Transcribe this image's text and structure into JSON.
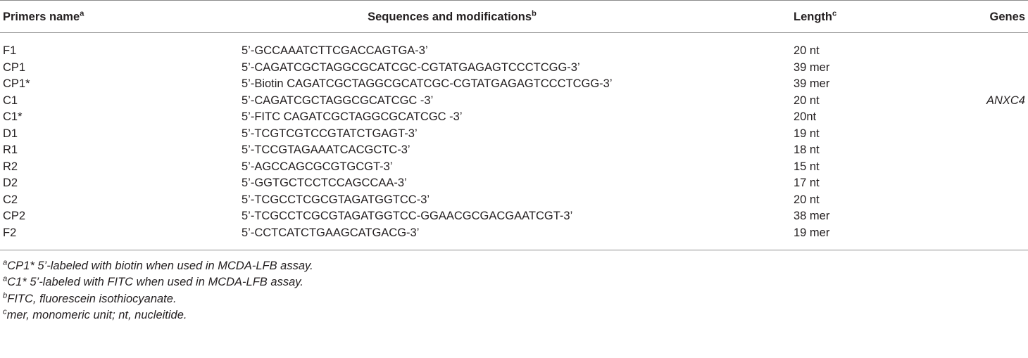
{
  "header": {
    "primer": {
      "label": "Primers name",
      "note": "a"
    },
    "sequence": {
      "label": "Sequences and modifications",
      "note": "b"
    },
    "length": {
      "label": "Length",
      "note": "c"
    },
    "genes": {
      "label": "Genes"
    }
  },
  "rows": [
    {
      "name": "F1",
      "sequence": "5’-GCCAAATCTTCGACCAGTGA-3’",
      "length": "20 nt"
    },
    {
      "name": "CP1",
      "sequence": "5’-CAGATCGCTAGGCGCATCGC-CGTATGAGAGTCCCTCGG-3’",
      "length": "39 mer"
    },
    {
      "name": "CP1*",
      "sequence": "5’-Biotin CAGATCGCTAGGCGCATCGC-CGTATGAGAGTCCCTCGG-3’",
      "length": "39 mer"
    },
    {
      "name": "C1",
      "sequence": "5’-CAGATCGCTAGGCGCATCGC -3’",
      "length": "20 nt",
      "gene": "ANXC4"
    },
    {
      "name": "C1*",
      "sequence": "5’-FITC CAGATCGCTAGGCGCATCGC -3’",
      "length": "20nt"
    },
    {
      "name": "D1",
      "sequence": "5’-TCGTCGTCCGTATCTGAGT-3’",
      "length": "19 nt"
    },
    {
      "name": "R1",
      "sequence": "5’-TCCGTAGAAATCACGCTC-3’",
      "length": "18 nt"
    },
    {
      "name": "R2",
      "sequence": "5’-AGCCAGCGCGTGCGT-3’",
      "length": "15 nt"
    },
    {
      "name": "D2",
      "sequence": "5’-GGTGCTCCTCCAGCCAA-3’",
      "length": "17 nt"
    },
    {
      "name": "C2",
      "sequence": "5’-TCGCCTCGCGTAGATGGTCC-3’",
      "length": "20 nt"
    },
    {
      "name": "CP2",
      "sequence": "5’-TCGCCTCGCGTAGATGGTCC-GGAACGCGACGAATCGT-3’",
      "length": "38 mer"
    },
    {
      "name": "F2",
      "sequence": "5’-CCTCATCTGAAGCATGACG-3’",
      "length": "19 mer"
    }
  ],
  "footnotes": [
    {
      "note": "a",
      "text": "CP1* 5’-labeled with biotin when used in MCDA-LFB assay."
    },
    {
      "note": "a",
      "text": "C1* 5’-labeled with FITC when used in MCDA-LFB assay."
    },
    {
      "note": "b",
      "text": "FITC, fluorescein isothiocyanate."
    },
    {
      "note": "c",
      "text": "mer, monomeric unit; nt, nucleitide."
    }
  ]
}
